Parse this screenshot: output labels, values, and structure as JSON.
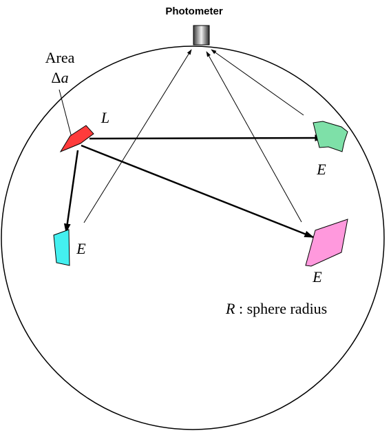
{
  "photometer": {
    "label": "Photometer"
  },
  "source": {
    "area_word": "Area",
    "area_symbol_delta": "Δ",
    "area_symbol_var": "a",
    "luminance_label": "L",
    "color": "#ff3b3b"
  },
  "patches": [
    {
      "name": "left",
      "label": "E",
      "color": "#44f0f0"
    },
    {
      "name": "top-right",
      "label": "E",
      "color": "#7ee0a8"
    },
    {
      "name": "bottom-right",
      "label": "E",
      "color": "#ff99dd"
    }
  ],
  "radius_note": {
    "symbol": "R",
    "text": " : sphere radius"
  }
}
